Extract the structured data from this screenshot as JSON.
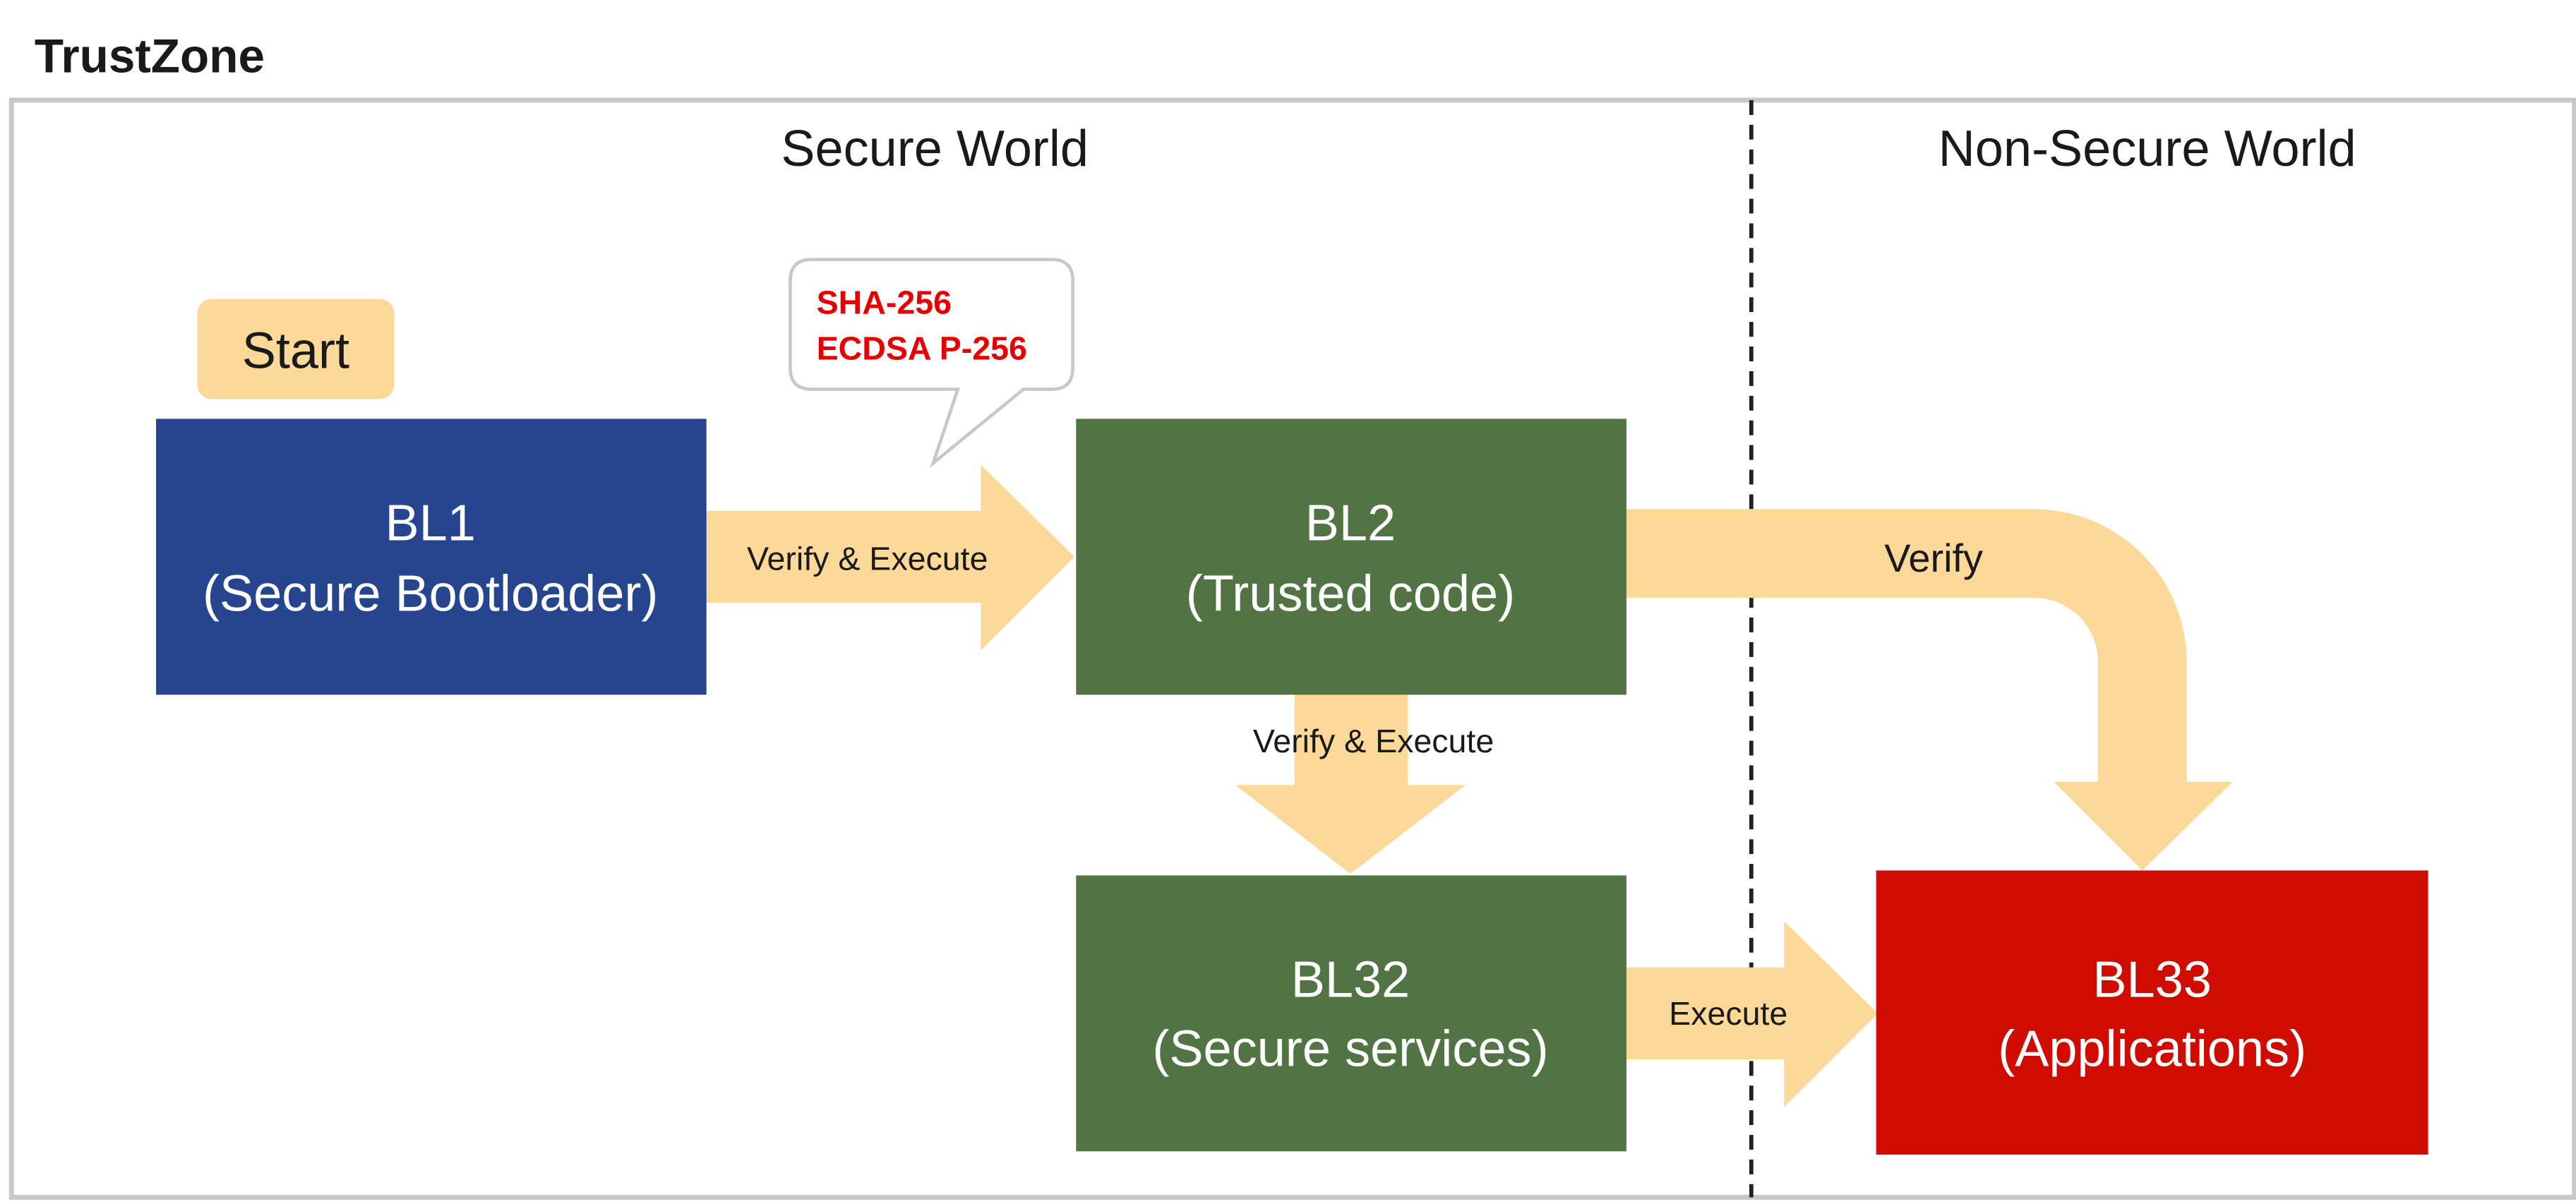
{
  "title": "TrustZone",
  "worlds": {
    "secure": "Secure World",
    "non_secure": "Non-Secure World"
  },
  "start_label": "Start",
  "callout": {
    "line1": "SHA-256",
    "line2": "ECDSA P-256"
  },
  "boxes": {
    "bl1": {
      "name": "BL1",
      "desc": "(Secure Bootloader)"
    },
    "bl2": {
      "name": "BL2",
      "desc": "(Trusted code)"
    },
    "bl32": {
      "name": "BL32",
      "desc": "(Secure services)"
    },
    "bl33": {
      "name": "BL33",
      "desc": "(Applications)"
    }
  },
  "arrows": {
    "bl1_to_bl2": "Verify & Execute",
    "bl2_to_bl32": "Verify & Execute",
    "bl2_to_bl33": "Verify",
    "bl32_to_bl33": "Execute"
  },
  "colors": {
    "bl1": "#27448F",
    "bl2": "#527343",
    "bl32": "#527343",
    "bl33": "#D00B00",
    "arrow": "#FCD899",
    "start_bg": "#FCD899",
    "callout_text": "#E60000",
    "frame": "#C8C8C8"
  }
}
